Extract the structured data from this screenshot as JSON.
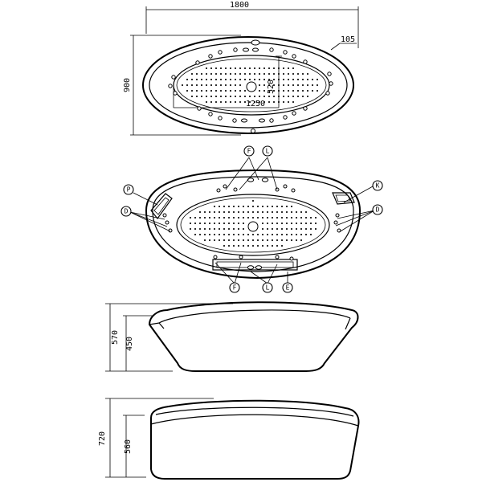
{
  "dimensions": {
    "top_length": "1800",
    "top_width": "900",
    "rim": "105",
    "inner_length": "1250",
    "inner_width": "520",
    "side_height_total": "570",
    "side_height_inner": "450",
    "end_height_total": "720",
    "end_height_inner": "560"
  },
  "callouts": {
    "F": "F",
    "L": "L",
    "P": "P",
    "K": "K",
    "D": "D",
    "E": "E"
  }
}
